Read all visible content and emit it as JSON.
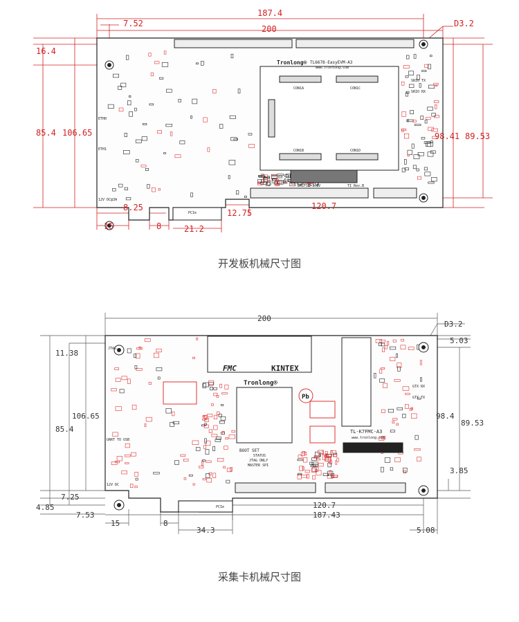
{
  "colors": {
    "dim": "#d31f1f",
    "board_outline": "#222222",
    "comp": "#1a1a1a",
    "accent": "#e33030",
    "caption": "#444444"
  },
  "board1": {
    "caption": "开发板机械尺寸图",
    "dims": {
      "top_1874": "187.4",
      "top_200": "200",
      "left_752": "7.52",
      "hole": "D3.2",
      "left_164": "16.4",
      "left_854": "85.4",
      "left_10665": "106.65",
      "right_9841": "98.41",
      "right_8953": "89.53",
      "b_825": "8.25",
      "b_15": "15",
      "b_8": "8",
      "b_212": "21.2",
      "b_1275": "12.75",
      "b_1207": "120.7"
    },
    "labels": {
      "model": "TL6678-EasyEVM-A3",
      "site": "www.tronlong.com",
      "brand": "Tronlong®",
      "con1a": "CON1A",
      "con1c": "CON1C",
      "con1b": "CON1B",
      "con1d": "CON1D",
      "rev": "TI Rev.B",
      "pcie": "PCIe",
      "srio1": "SRIO TX",
      "srio2": "SRIO RX",
      "eth1": "ETH0",
      "eth2": "ETH1",
      "pwr": "12V DC@3A",
      "emif": "EMIF16=1.8V",
      "vv": "TL6678-EasyEVM-A3"
    }
  },
  "board2": {
    "caption": "采集卡机械尺寸图",
    "dims": {
      "top_200": "200",
      "hole": "D3.2",
      "r_503": "5.03",
      "l_1138": "11.38",
      "l_10665": "106.65",
      "l_854": "85.4",
      "l_725": "7.25",
      "l_485": "4.85",
      "l_753": "7.53",
      "r_984": "98.4",
      "r_8953": "89.53",
      "r_385": "3.85",
      "b_1207": "120.7",
      "b_18743": "187.43",
      "b_15": "15",
      "b_8": "8",
      "b_343": "34.3",
      "b_508": "5.08"
    },
    "labels": {
      "fmc": "FMC",
      "kintex": "KINTEX",
      "brand": "Tronlong®",
      "model": "TL-K7FMC-A3",
      "site": "www.tronlong.com",
      "pb": "Pb",
      "boot": "BOOT SET",
      "status": "STATUS",
      "jtag_only": "JTAG ONLY",
      "master": "MASTER SPI",
      "pcie": "PCIe",
      "jtag": "JTAG",
      "usb": "UART TO USB",
      "pwr": "12V DC",
      "gtx_rx": "GTX RX",
      "gtx_tx": "GTX TX"
    }
  }
}
